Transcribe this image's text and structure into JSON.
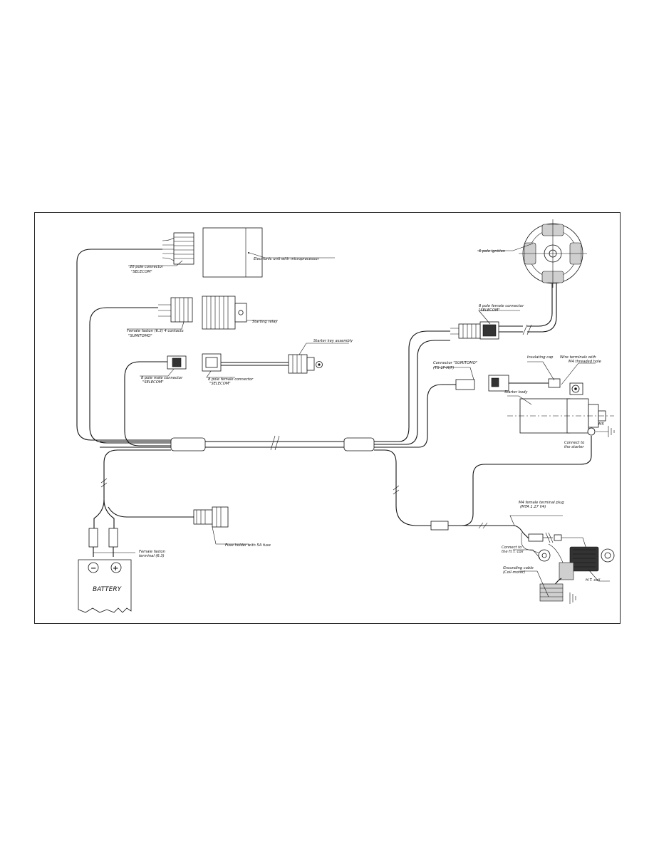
{
  "labels": {
    "ecu": "Electronic unit with microprocessor",
    "conn20": "20 pole connector",
    "conn20_brand": "\"SELECOM\"",
    "relay": "Starting relay",
    "faston4": "Female faston (6.3) 4 contacts",
    "faston4_brand": "\"SUMITOMO\"",
    "key": "Starter key assembly",
    "male8": "8 pole male connector",
    "male8_brand": "\"SELECOM\"",
    "female8": "8 pole female connector",
    "female8_brand": "\"SELECOM\"",
    "ignition": "6 pole ignition",
    "female8b": "8 pole female connector",
    "female8b_brand": "\"SELECOM\"",
    "sumitomo": "Connector \"SUMITOMO\"",
    "sumitomo_code": "(TS-1F-M/F)",
    "cap": "Insulating cap",
    "wire_term": "Wire terminals with",
    "wire_term2": "M4 threaded hole",
    "starter_body": "Starter body",
    "m5": "M5",
    "connect_starter": "Connect to",
    "connect_starter2": "the starter",
    "fuse": "Fuse holder with 5A fuse",
    "faston_term": "Female faston",
    "faston_term2": "terminal (6.3)",
    "battery": "BATTERY",
    "minus": "−",
    "plus": "+",
    "m4plug": "M4 female terminal plug",
    "m4plug_code": "(MTA 1.17 V4)",
    "connect_coil": "Connect to",
    "connect_coil2": "the H.T. coil",
    "ground": "Grounding cable",
    "ground2": "(Coil-motor)",
    "ht_coil": "H.T. coil"
  }
}
